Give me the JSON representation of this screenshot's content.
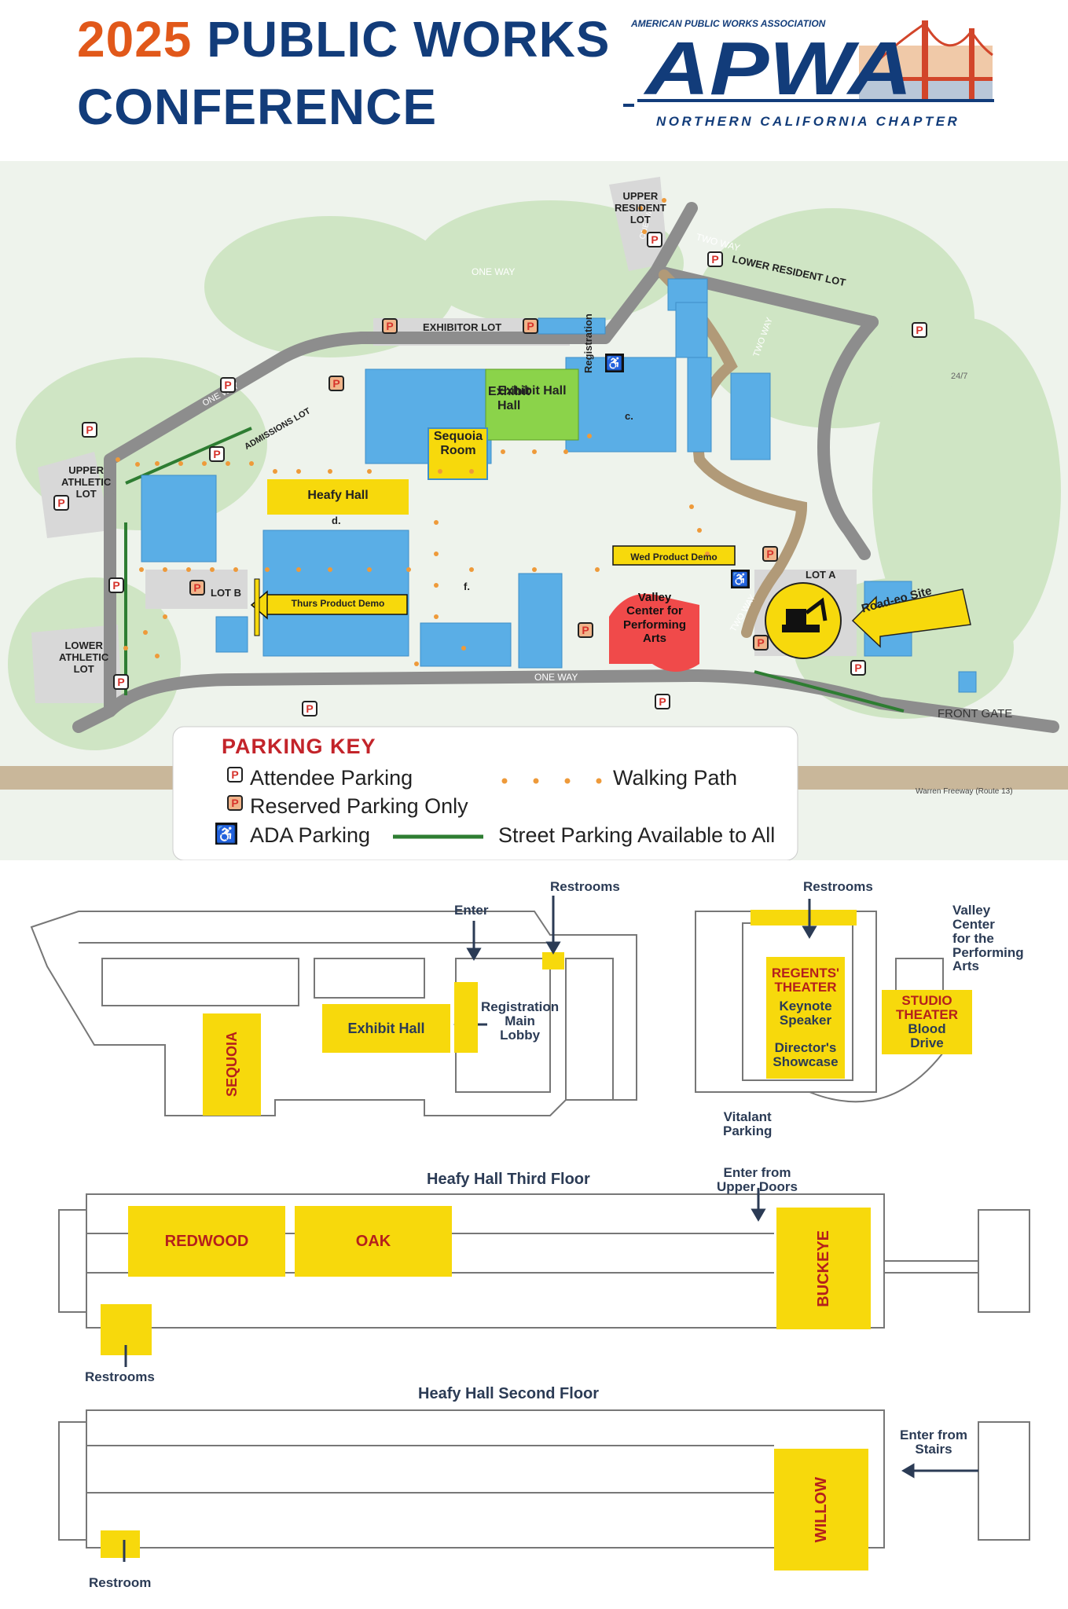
{
  "header": {
    "title_year": "2025",
    "title_line1_rest": "PUBLIC WORKS",
    "title_line2": "CONFERENCE",
    "logo_top": "AMERICAN PUBLIC WORKS ASSOCIATION",
    "logo_mark": "APWA",
    "logo_bottom": "NORTHERN CALIFORNIA CHAPTER"
  },
  "colors": {
    "title_orange": "#e1581a",
    "title_blue": "#123c7a",
    "building_blue": "#5aaee6",
    "highlight_yellow": "#f7d90c",
    "exhibit_green": "#8bd34a",
    "theater_red": "#f04a4a",
    "parking_red": "#d6322b",
    "road_gray": "#8d8d8d",
    "street_parking_green": "#2e7d32"
  },
  "campus_map": {
    "lots": {
      "upper_resident": "UPPER\nRESIDENT\nLOT",
      "lower_resident": "LOWER RESIDENT LOT",
      "exhibitor": "EXHIBITOR LOT",
      "admissions": "ADMISSIONS LOT",
      "upper_athletic": "UPPER\nATHLETIC\nLOT",
      "lower_athletic": "LOWER\nATHLETIC\nLOT",
      "lot_b": "LOT B",
      "lot_a": "LOT A"
    },
    "road_labels": {
      "one_way_top": "ONE WAY",
      "one_way_left": "ONE WAY",
      "one_way_vertical": "ONE WAY",
      "one_way_bottom": "ONE WAY",
      "two_way_top": "TWO WAY",
      "two_way_right": "TWO WAY",
      "two_way_lot_a": "TWO WAY",
      "front_gate": "FRONT GATE",
      "freeway": "Warren Freeway (Route 13)",
      "hours": "24/7"
    },
    "venues": {
      "exhibit_hall": "Exhibit\nHall",
      "registration": "Registration",
      "sequoia_room": "Sequoia\nRoom",
      "heafy_hall": "Heafy Hall",
      "thurs_demo": "Thurs Product Demo",
      "wed_demo": "Wed Product Demo",
      "valley_center": "Valley\nCenter for\nPerforming\nArts",
      "roadeo": "Road-eo Site",
      "letter_c": "c.",
      "letter_d": "d.",
      "letter_f": "f."
    },
    "parking_symbol": "P",
    "parking_key": {
      "title": "PARKING KEY",
      "attendee": "Attendee Parking",
      "reserved": "Reserved Parking Only",
      "ada": "ADA Parking",
      "walking": "Walking Path",
      "street": "Street Parking Available to All"
    }
  },
  "floor_plans": {
    "valley_building": {
      "restrooms": "Restrooms",
      "enter": "Enter",
      "sequoia": "SEQUOIA",
      "exhibit_hall": "Exhibit Hall",
      "registration": "Registration\nMain\nLobby"
    },
    "valley_center": {
      "restrooms": "Restrooms",
      "title": "Valley\nCenter\nfor the\nPerforming\nArts",
      "regents_title": "REGENTS'\nTHEATER",
      "regents_events": "Keynote\nSpeaker\n\nDirector's\nShowcase",
      "studio_title": "STUDIO\nTHEATER",
      "studio_event": "Blood\nDrive",
      "parking": "Vitalant\nParking"
    },
    "heafy_third": {
      "title": "Heafy Hall Third Floor",
      "enter": "Enter from\nUpper Doors",
      "redwood": "REDWOOD",
      "oak": "OAK",
      "buckeye": "BUCKEYE",
      "restrooms": "Restrooms"
    },
    "heafy_second": {
      "title": "Heafy Hall Second Floor",
      "enter": "Enter from\nStairs",
      "willow": "WILLOW",
      "restroom": "Restroom"
    }
  }
}
